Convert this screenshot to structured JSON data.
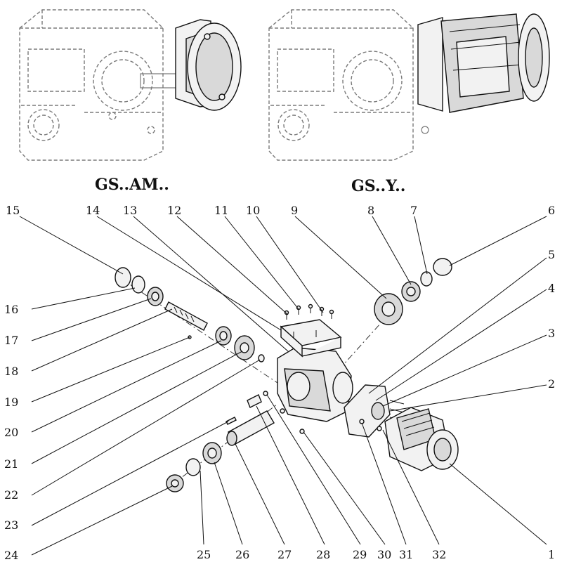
{
  "titles": {
    "left": "GS..AM..",
    "right": "GS..Y.."
  },
  "callouts": [
    "1",
    "2",
    "3",
    "4",
    "5",
    "6",
    "7",
    "8",
    "9",
    "10",
    "11",
    "12",
    "13",
    "14",
    "15",
    "16",
    "17",
    "18",
    "19",
    "20",
    "21",
    "22",
    "23",
    "24",
    "25",
    "26",
    "27",
    "28",
    "29",
    "30",
    "31",
    "32"
  ]
}
